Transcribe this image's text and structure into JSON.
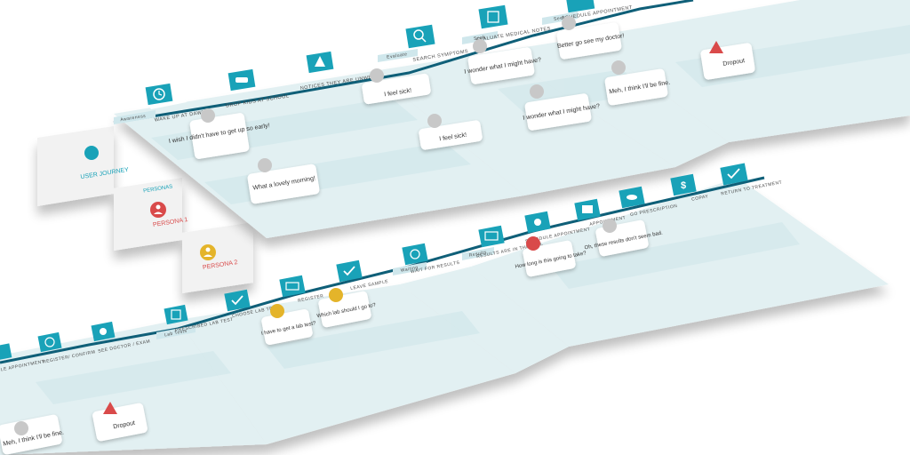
{
  "colors": {
    "teal": "#19a2b8",
    "teal_dark": "#127f90",
    "panel_light": "#e2f0f2",
    "panel_mid": "#cde6ea",
    "line": "#0f5f78",
    "red": "#d94a4a",
    "yellow": "#e4b42a",
    "face_gray": "#c8c8c8"
  },
  "sidebar": {
    "user_journey": "USER JOURNEY",
    "personas_header": "PERSONAS",
    "persona_1": "PERSONA 1",
    "persona_2": "PERSONA 2"
  },
  "top_journey": {
    "steps": [
      {
        "label": "WAKE UP AT DAWN",
        "icon": "clock-icon"
      },
      {
        "label": "DROP KIDS AT SCHOOL",
        "icon": "car-icon"
      },
      {
        "label": "NOTICES THEY ARE UNWELL",
        "icon": "warning-icon"
      },
      {
        "label": "SEARCH SYMPTOMS",
        "icon": "search-icon"
      },
      {
        "label": "EVALUATE MEDICAL NOTES",
        "icon": "notes-icon"
      },
      {
        "label": "SCHEDULE APPOINTMENT",
        "icon": "calendar-icon"
      }
    ],
    "stages": [
      "Awareness",
      "Evaluate",
      "Seek",
      "Seek"
    ],
    "bubbles": [
      "I wish I didn't have to get up so early!",
      "What a lovely morning!",
      "I feel sick!",
      "I feel sick!",
      "I wonder what I might have?",
      "I wonder what I might have?",
      "Better go see my doctor!",
      "Meh, I think I'll be fine."
    ],
    "dropout": "Dropout"
  },
  "bottom_journey": {
    "steps": [
      {
        "label": "SCHEDULE APPOINTMENT",
        "icon": "calendar-icon"
      },
      {
        "label": "REGISTER/ CONFIRM",
        "icon": "globe-icon"
      },
      {
        "label": "SEE DOCTOR / EXAM",
        "icon": "stethoscope-icon"
      },
      {
        "label": "PRESCRIBED LAB TEST",
        "icon": "clipboard-icon"
      },
      {
        "label": "CHOOSE LAB TEST",
        "icon": "check-icon"
      },
      {
        "label": "REGISTER",
        "icon": "id-icon"
      },
      {
        "label": "LEAVE SAMPLE",
        "icon": "tube-icon"
      },
      {
        "label": "WAIT FOR RESULTS",
        "icon": "clock-icon"
      },
      {
        "label": "RESULTS ARE IN THE MAIL",
        "icon": "mail-icon"
      },
      {
        "label": "SCHEDULE APPOINTMENT",
        "icon": "phone-icon"
      },
      {
        "label": "APPOINTMENT",
        "icon": "medkit-icon"
      },
      {
        "label": "GO PRESCRIPTION",
        "icon": "pill-icon"
      },
      {
        "label": "COPAY",
        "icon": "dollar-icon"
      },
      {
        "label": "RETURN TO TREATMENT",
        "icon": "check-icon"
      }
    ],
    "stages": [
      "Lab Tests",
      "Waiting",
      "Results"
    ],
    "bubbles": [
      "I have to get a lab test?",
      "Which lab should I go to?",
      "How long is this going to take?",
      "Oh, these results don't seem bad.",
      "Meh, I think I'll be fine."
    ],
    "dropout": "Dropout"
  }
}
